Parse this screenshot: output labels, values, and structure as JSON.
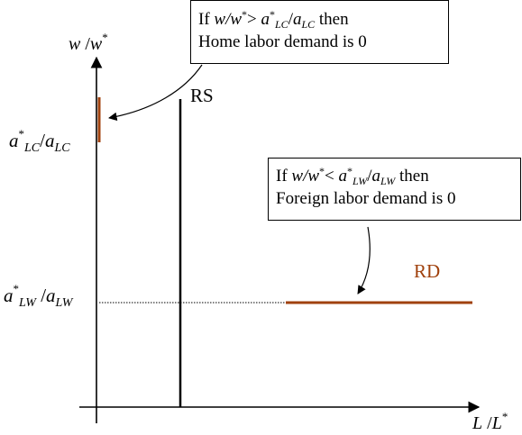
{
  "axes": {
    "y_label": {
      "main": "w",
      "sep": " /",
      "main2": "w",
      "sup": "*"
    },
    "x_label": {
      "main": "L",
      "sep": " /",
      "main2": "L",
      "sup": "*"
    }
  },
  "curves": {
    "rs_label": "RS",
    "rd_label": "RD"
  },
  "levels": {
    "upper": {
      "a": "a",
      "sup": "*",
      "sub1": "LC",
      "sep": "/",
      "a2": "a",
      "sub2": "LC"
    },
    "lower": {
      "a": "a",
      "sup": "*",
      "sub1": "LW",
      "sep": " /",
      "a2": "a",
      "sub2": "LW"
    }
  },
  "callouts": {
    "home": {
      "line1": {
        "pre": "If ",
        "w": "w/w",
        "sup1": "*",
        "gt": "> ",
        "a": "a",
        "sup2": "*",
        "sub1": "LC",
        "sl": "/",
        "a2": "a",
        "sub2": "LC",
        "then": " then"
      },
      "line2": "Home labor demand is 0"
    },
    "foreign": {
      "line1": {
        "pre": "If ",
        "w": "w/w",
        "sup1": "*",
        "lt": "< ",
        "a": "a",
        "sup2": "*",
        "sub1": "LW",
        "sl": "/",
        "a2": "a",
        "sub2": "LW",
        "then": " then"
      },
      "line2": "Foreign labor demand is 0"
    }
  },
  "colors": {
    "rd": "#a0410d",
    "axis": "#000000"
  }
}
